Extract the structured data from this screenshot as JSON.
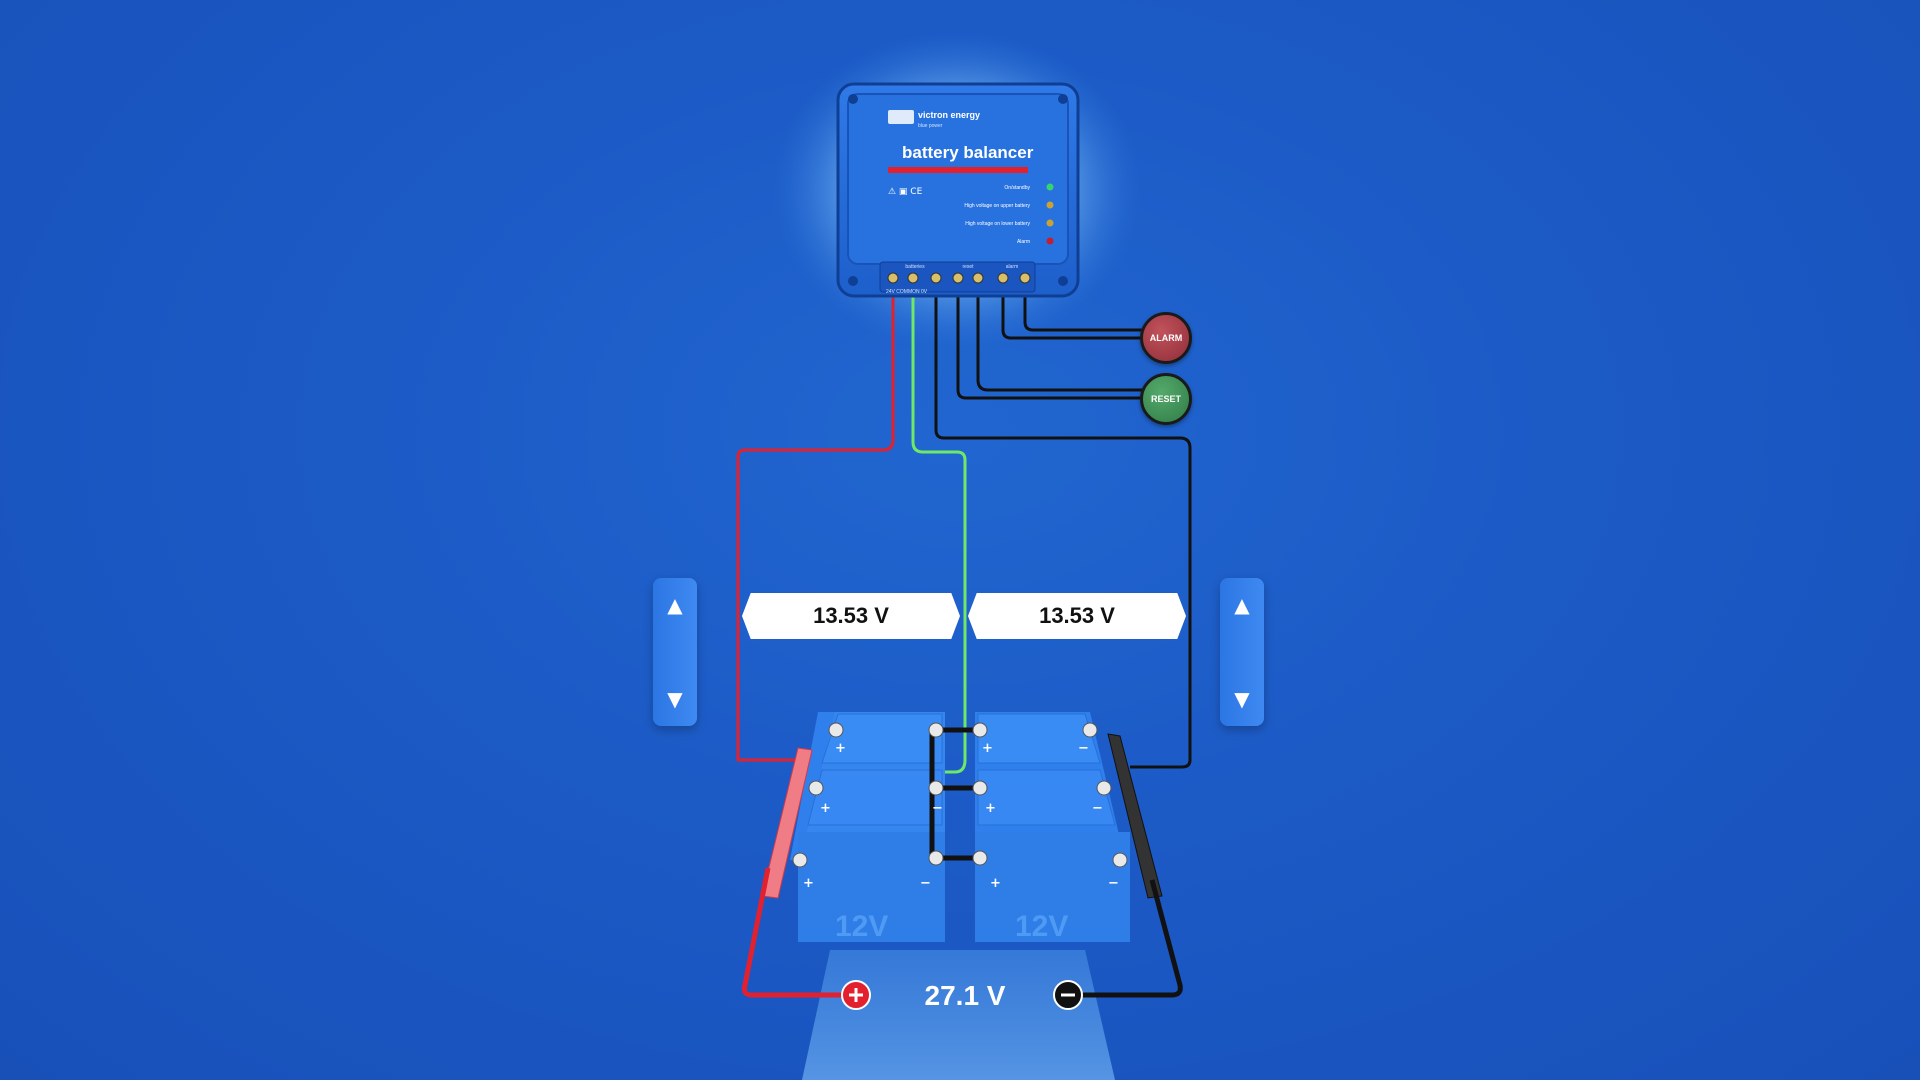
{
  "device": {
    "brand": "victron energy",
    "brand_tagline": "blue power",
    "title": "battery balancer",
    "leds": [
      {
        "label": "On/standby",
        "color": "#36d46a"
      },
      {
        "label": "High voltage on upper battery",
        "color": "#c9a234"
      },
      {
        "label": "High voltage on lower battery",
        "color": "#c9a234"
      },
      {
        "label": "Alarm",
        "color": "#c2202e"
      }
    ],
    "terminal_groups": [
      "batteries",
      "reset",
      "alarm"
    ],
    "terminal_labels": "24V COMMON 0V"
  },
  "buttons": {
    "alarm_label": "ALARM",
    "reset_label": "RESET",
    "up_glyph": "▲",
    "down_glyph": "▼"
  },
  "voltages": {
    "upper_battery": "13.53 V",
    "lower_battery": "13.53 V",
    "total": "27.1 V"
  },
  "batteries": {
    "label": "12V"
  },
  "wires": {
    "positive": "#e3202e",
    "midpoint": "#6fe868",
    "negative": "#111111"
  },
  "colors": {
    "background": "#1c5ac6",
    "battery_blue": "#2a7ff0"
  }
}
